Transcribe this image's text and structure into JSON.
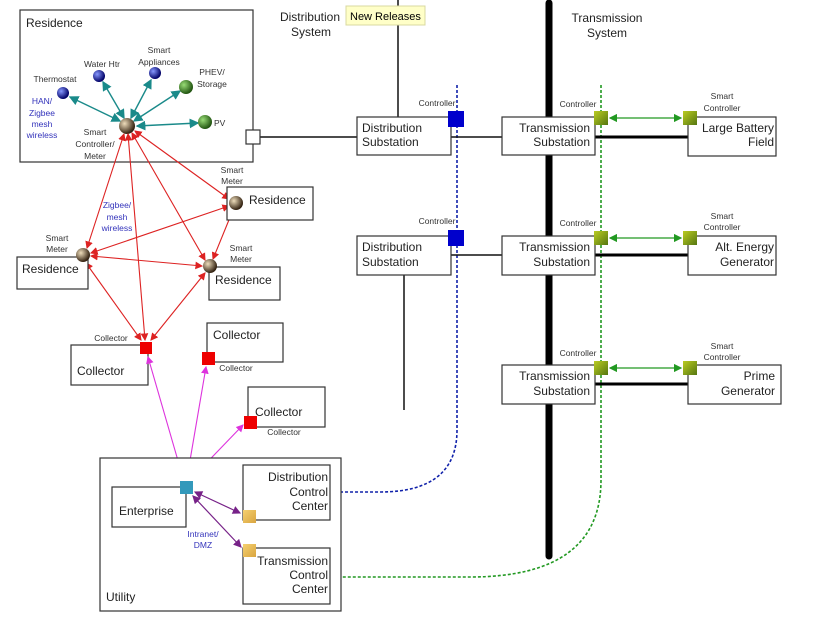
{
  "tooltip": "New Releases",
  "headers": {
    "distribution_system": [
      "Distribution",
      "System"
    ],
    "transmission_system": [
      "Transmission",
      "System"
    ]
  },
  "residence_home": {
    "title": "Residence",
    "devices": {
      "thermostat": "Thermostat",
      "water_htr": "Water Htr",
      "smart_appliances": [
        "Smart",
        "Appliances"
      ],
      "phev": [
        "PHEV/",
        "Storage"
      ],
      "pv": "PV"
    },
    "han_label": [
      "HAN/",
      "Zigbee",
      "mesh",
      "wireless"
    ],
    "controller_label": [
      "Smart",
      "Controller/",
      "Meter"
    ]
  },
  "neighborhood": {
    "residence_label": "Residence",
    "smart_meter": [
      "Smart",
      "Meter"
    ],
    "zigbee_label": [
      "Zigbee/",
      "mesh",
      "wireless"
    ],
    "collector": "Collector"
  },
  "grid": {
    "distribution_substation": [
      "Distribution",
      "Substation"
    ],
    "transmission_substation": [
      "Transmission",
      "Substation"
    ],
    "controller": "Controller",
    "smart_controller": [
      "Smart",
      "Controller"
    ],
    "generators": [
      [
        "Large Battery",
        "Field"
      ],
      [
        "Alt. Energy",
        "Generator"
      ],
      [
        "Prime",
        "Generator"
      ]
    ]
  },
  "utility": {
    "title": "Utility",
    "enterprise": "Enterprise",
    "dcc": [
      "Distribution",
      "Control",
      "Center"
    ],
    "tcc": [
      "Transmission",
      "Control",
      "Center"
    ],
    "intranet": [
      "Intranet/",
      "DMZ"
    ]
  },
  "colors": {
    "han_links": "#1a8a8a",
    "mesh_links": "#dd2222",
    "backhaul_links": "#dd33dd",
    "intranet_links": "#772288",
    "distribution_control": "#1122aa",
    "transmission_control": "#229922",
    "collector_node": "#ee0000",
    "controller_node": "#0000cc",
    "smart_controller_node": "#8a9a10"
  }
}
